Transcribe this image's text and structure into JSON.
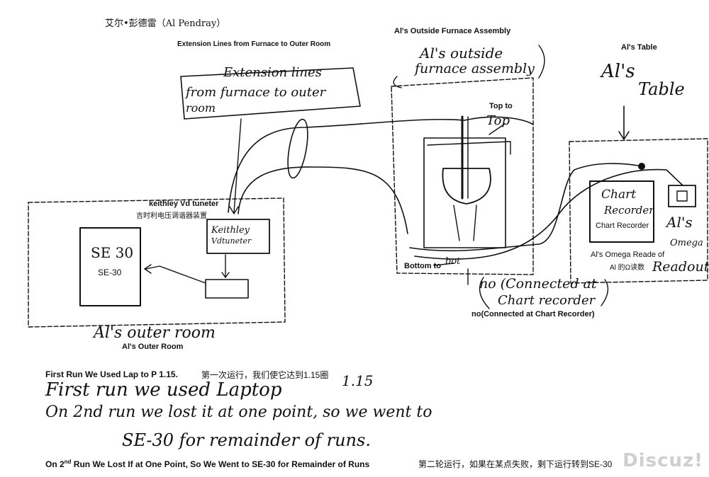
{
  "header": {
    "title": "艾尔•彭德雷（Al Pendray）"
  },
  "labels": {
    "extension_typed": "Extension Lines from Furnace to Outer Room",
    "extension_hand": [
      "Extension lines",
      "from furnace to outer",
      "room"
    ],
    "furnace_typed": "Al's Outside Furnace Assembly",
    "furnace_hand": [
      "Al's outside",
      "furnace assembly"
    ],
    "table_typed": "Al's Table",
    "table_hand": [
      "Al's",
      "Table"
    ],
    "top_typed": "Top to",
    "top_hand": "Top",
    "bottom_typed": "Bottom to",
    "bottom_hand": "bot",
    "keithley_typed_en": "keithley Vd tuneter",
    "keithley_typed_cn": "吉时利电压调谐器装置",
    "keithley_hand": [
      "Keithley",
      "Vdtuneter"
    ],
    "se30_hand": "SE 30",
    "se30_typed": "SE-30",
    "chart_hand": [
      "Chart",
      "Recorder"
    ],
    "chart_typed": "Chart Recorder",
    "omega_hand": [
      "Al's",
      "Omega",
      "Readout"
    ],
    "omega_typed_en": "Al's Omega Reade of",
    "omega_typed_cn": "Al 的Ω读数",
    "connected_hand": [
      "no (Connected at",
      "Chart recorder"
    ],
    "connected_typed": "no(Connected at Chart Recorder)",
    "outer_room_hand": "Al's outer room",
    "outer_room_typed": "Al's Outer Room"
  },
  "notes": {
    "first_run_typed_en": "First Run We Used Lap to P 1.15.",
    "first_run_typed_cn": "第一次运行，我们使它达到1.15圈",
    "first_run_hand": "First run we used Laptop",
    "first_run_hand_num": "1.15",
    "second_run_hand_1": "On 2nd run we lost it at one point, so we went to",
    "second_run_hand_2": "SE-30 for remainder of runs.",
    "second_run_typed_pre": "On 2",
    "second_run_typed_sup": "nd",
    "second_run_typed_post": " Run We Lost If at One Point, So We Went to SE-30 for Remainder of Runs",
    "second_run_typed_cn": "第二轮运行，如果在某点失败，剩下运行转到SE-30"
  },
  "watermark": "Discuz!"
}
